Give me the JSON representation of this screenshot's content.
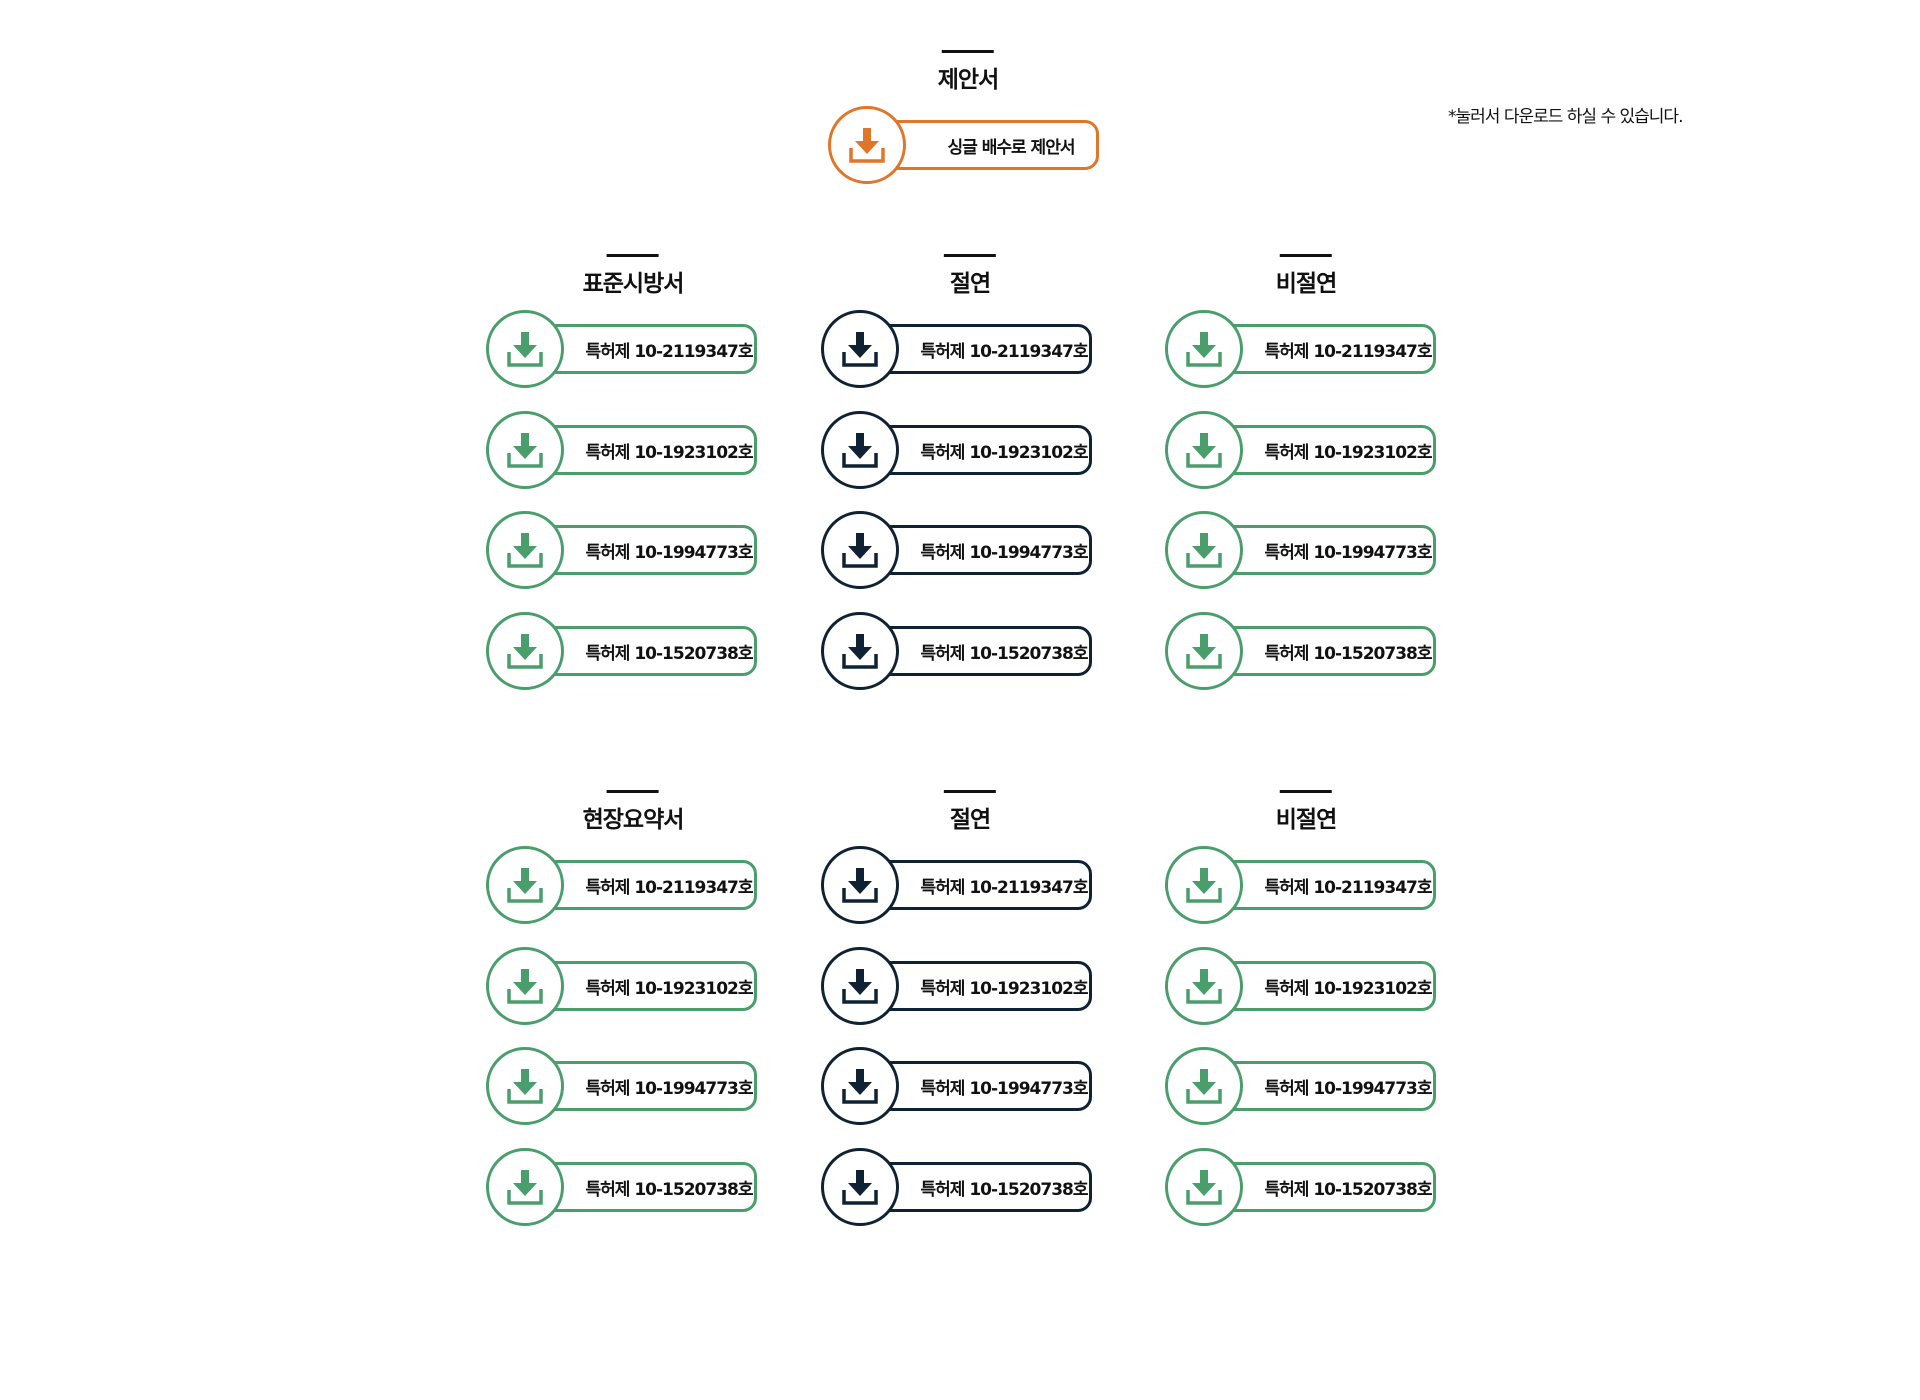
{
  "top": {
    "title": "제안서",
    "button_label": "싱글 배수로 제안서",
    "note": "*눌러서 다운로드 하실 수 있습니다."
  },
  "colors": {
    "green": "#4a9e6c",
    "navy": "#0f2233",
    "orange": "#e0762a"
  },
  "groups": [
    {
      "titles": [
        "표준시방서",
        "절연",
        "비절연"
      ],
      "columns": [
        {
          "style": "green",
          "items": [
            "특허제 10-2119347호",
            "특허제 10-1923102호",
            "특허제 10-1994773호",
            "특허제 10-1520738호"
          ]
        },
        {
          "style": "navy",
          "items": [
            "특허제 10-2119347호",
            "특허제 10-1923102호",
            "특허제 10-1994773호",
            "특허제 10-1520738호"
          ]
        },
        {
          "style": "green",
          "items": [
            "특허제 10-2119347호",
            "특허제 10-1923102호",
            "특허제 10-1994773호",
            "특허제 10-1520738호"
          ]
        }
      ]
    },
    {
      "titles": [
        "현장요약서",
        "절연",
        "비절연"
      ],
      "columns": [
        {
          "style": "green",
          "items": [
            "특허제 10-2119347호",
            "특허제 10-1923102호",
            "특허제 10-1994773호",
            "특허제 10-1520738호"
          ]
        },
        {
          "style": "navy",
          "items": [
            "특허제 10-2119347호",
            "특허제 10-1923102호",
            "특허제 10-1994773호",
            "특허제 10-1520738호"
          ]
        },
        {
          "style": "green",
          "items": [
            "특허제 10-2119347호",
            "특허제 10-1923102호",
            "특허제 10-1994773호",
            "특허제 10-1520738호"
          ]
        }
      ]
    }
  ],
  "icons": {
    "download": "download-tray-icon"
  }
}
